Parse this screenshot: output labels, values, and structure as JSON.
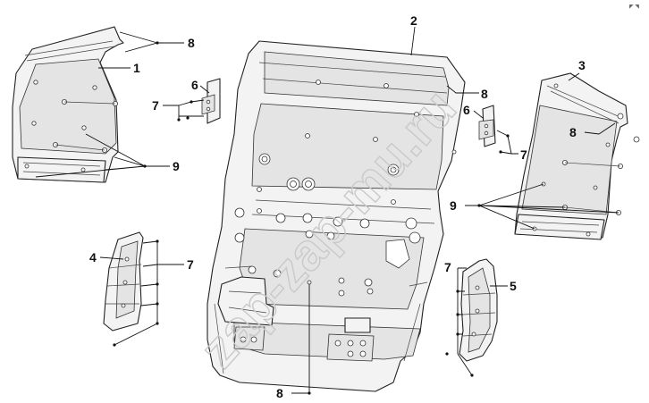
{
  "diagram": {
    "corner_mark": "◤ ◥",
    "watermark": "zap-zap-mu.ru",
    "callouts": {
      "c1": "1",
      "c2": "2",
      "c3": "3",
      "c4": "4",
      "c5": "5",
      "c6a": "6",
      "c6b": "6",
      "c7a": "7",
      "c7b": "7",
      "c7c": "7",
      "c7d": "7",
      "c8a": "8",
      "c8b": "8",
      "c8c": "8",
      "c8d": "8",
      "c9a": "9",
      "c9b": "9"
    }
  }
}
